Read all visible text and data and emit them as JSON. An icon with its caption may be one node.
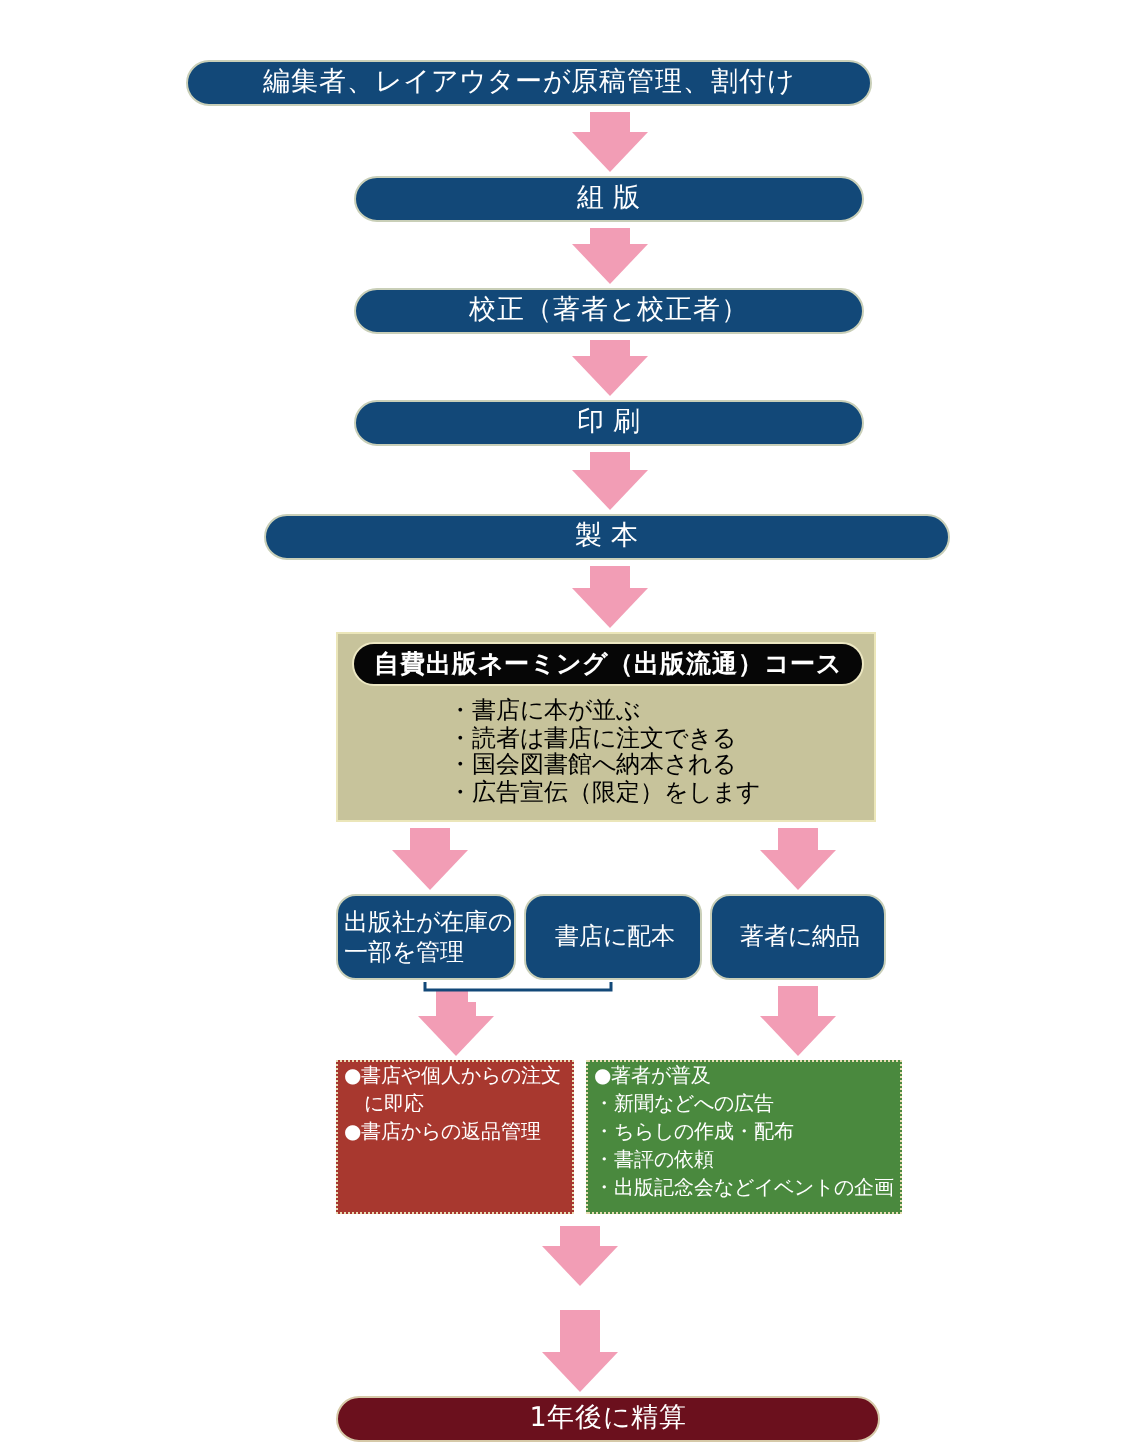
{
  "diagram": {
    "nodes": [
      {
        "text": [
          "編集者、レイアウターが原稿管理、割付け"
        ]
      },
      {
        "text": [
          "組 版"
        ]
      },
      {
        "text": [
          "校正（著者と校正者）"
        ]
      },
      {
        "text": [
          "印 刷"
        ]
      },
      {
        "text": [
          "製 本"
        ]
      },
      {
        "text": [
          "・書店に本が並ぶ",
          "・読者は書店に注文できる",
          "・国会図書館へ納本される",
          "・広告宣伝（限定）をします"
        ]
      },
      {
        "text": [
          "自費出版ネーミング（出版流通）コース"
        ],
        "in": 5
      },
      {
        "text": [
          "出版社が在庫の一部を管理"
        ]
      },
      {
        "text": [
          "書店に配本"
        ]
      },
      {
        "text": [
          "著者に納品"
        ]
      },
      {
        "text": [
          "●書店や個人からの注文に即応",
          "●書店からの返品管理"
        ]
      },
      {
        "text": [
          "●著者が普及",
          "・新聞などへの広告",
          "・ちらしの作成・配布",
          "・書評の依頼",
          "・出版記念会などイベントの企画"
        ]
      },
      {
        "text": [
          "1年後に精算"
        ]
      }
    ],
    "edges": [
      {
        "from": 0,
        "to": 1,
        "arrow": "to"
      },
      {
        "from": 1,
        "to": 2,
        "arrow": "to"
      },
      {
        "from": 2,
        "to": 3,
        "arrow": "to"
      },
      {
        "from": 3,
        "to": 4,
        "arrow": "to"
      },
      {
        "from": 4,
        "to": 5,
        "arrow": "to"
      },
      {
        "from": 5,
        "to": 7,
        "arrow": "to"
      },
      {
        "from": 5,
        "to": 9,
        "arrow": "to"
      },
      {
        "from": 7,
        "to": 10,
        "arrow": "to"
      },
      {
        "from": 8,
        "to": 10,
        "arrow": "to"
      },
      {
        "from": 9,
        "to": 11,
        "arrow": "to"
      },
      {
        "from": 10,
        "to": 12,
        "arrow": "to"
      },
      {
        "from": 11,
        "to": 12,
        "arrow": "to"
      }
    ]
  }
}
